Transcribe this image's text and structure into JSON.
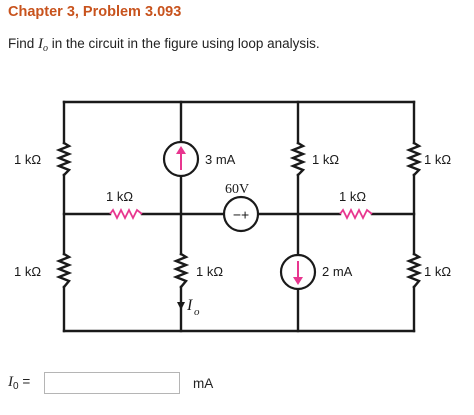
{
  "header": {
    "title": "Chapter 3, Problem 3.093"
  },
  "problem": {
    "text_before": "Find ",
    "variable": "I",
    "variable_sub": "o",
    "text_after": " in the circuit in the figure using loop analysis."
  },
  "circuit": {
    "left_top_resistor": "1 kΩ",
    "left_bottom_resistor": "1 kΩ",
    "upper_middle_left_resistor": "1 kΩ",
    "current_source_3ma": "3 mA",
    "voltage_source": "60V",
    "voltage_source_symbol": "−+",
    "right_mid_upper_resistor": "1 kΩ",
    "upper_middle_right_resistor": "1 kΩ",
    "right_top_resistor": "1 kΩ",
    "center_lower_resistor": "1 kΩ",
    "current_source_2ma": "2 mA",
    "right_bottom_resistor": "1 kΩ",
    "io_label": "I",
    "io_sub": "o",
    "current_arrow_color": "#e8368f"
  },
  "answer": {
    "label_var": "I",
    "label_sub": "0",
    "label_eq": " =",
    "input_value": "",
    "unit": "mA"
  }
}
